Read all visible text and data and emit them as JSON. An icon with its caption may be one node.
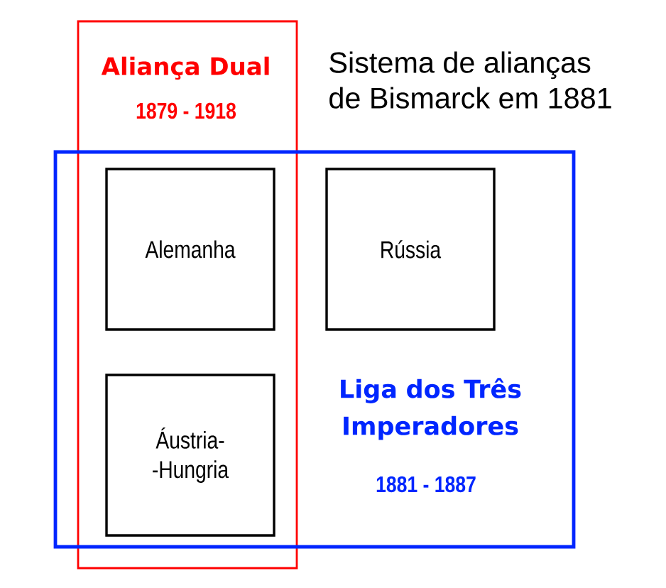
{
  "diagram": {
    "title": "Sistema de alianças de Bismarck em 1881",
    "nodes": [
      {
        "text": [
          "Aliança Dual",
          "1879 - 1918"
        ]
      },
      {
        "text": [
          "Liga dos Três Imperadores",
          "1881 - 1887"
        ]
      },
      {
        "text": [
          "Alemanha"
        ]
      },
      {
        "text": [
          "Rússia"
        ],
        "in": 1
      },
      {
        "text": [
          "Áustria- -Hungria"
        ]
      }
    ]
  }
}
